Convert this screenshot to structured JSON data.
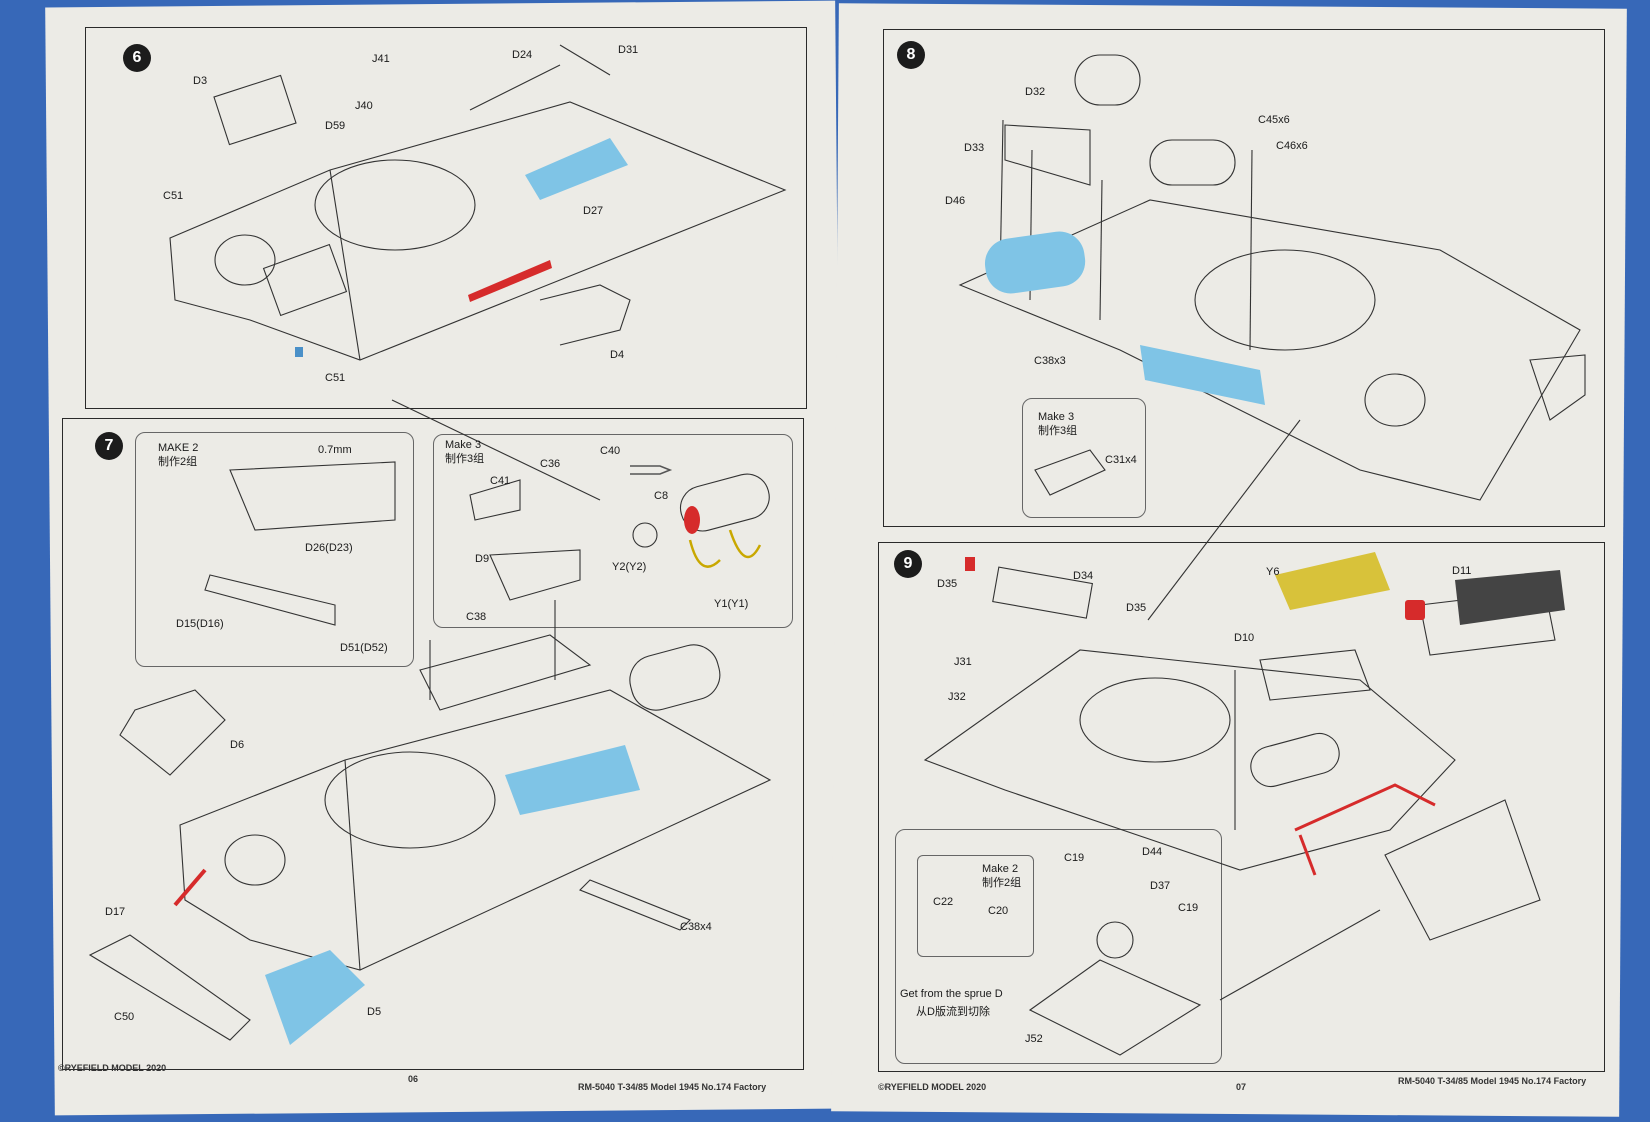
{
  "colors": {
    "background": "#3768b8",
    "paper": "#ecebe6",
    "highlight_blue": "#7fc4e6",
    "highlight_red": "#d62b2b",
    "photoetch_yellow": "#d8c23a"
  },
  "steps": {
    "s6": "6",
    "s7": "7",
    "s8": "8",
    "s9": "9"
  },
  "step6": {
    "D3": "D3",
    "J41": "J41",
    "D24": "D24",
    "D31": "D31",
    "J40": "J40",
    "D59": "D59",
    "C51a": "C51",
    "D27": "D27",
    "D4": "D4",
    "C51b": "C51"
  },
  "step7": {
    "make2": "MAKE 2",
    "make2_cn": "制作2组",
    "drill": "0.7mm",
    "D26": "D26(D23)",
    "D15": "D15(D16)",
    "D51": "D51(D52)",
    "make3": "Make 3",
    "make3_cn": "制作3组",
    "C41": "C41",
    "C36": "C36",
    "C40": "C40",
    "C8": "C8",
    "Y2": "Y2(Y2)",
    "Y1": "Y1(Y1)",
    "D9": "D9",
    "C38": "C38",
    "D6": "D6",
    "D17": "D17",
    "C50": "C50",
    "D5": "D5",
    "C38x4": "C38x4"
  },
  "step8": {
    "D32": "D32",
    "D33": "D33",
    "D46": "D46",
    "C45": "C45x6",
    "C46": "C46x6",
    "C38x3": "C38x3",
    "make3": "Make 3",
    "make3_cn": "制作3组",
    "C31": "C31x4"
  },
  "step9": {
    "D35a": "D35",
    "D34": "D34",
    "D35b": "D35",
    "Y6": "Y6",
    "D11": "D11",
    "D10": "D10",
    "J31": "J31",
    "J32": "J32",
    "make2": "Make 2",
    "make2_cn": "制作2组",
    "C19a": "C19",
    "D44": "D44",
    "D37": "D37",
    "C19b": "C19",
    "C22": "C22",
    "C20": "C20",
    "sprue": "Get from the sprue D",
    "sprue_cn": "从D版流到切除",
    "J52": "J52"
  },
  "footer": {
    "copyright_left": "©RYEFIELD MODEL 2020",
    "page_left": "06",
    "title_left": "RM-5040  T-34/85 Model 1945 No.174 Factory",
    "copyright_right": "©RYEFIELD MODEL 2020",
    "page_right": "07",
    "title_right": "RM-5040  T-34/85 Model 1945 No.174 Factory"
  }
}
